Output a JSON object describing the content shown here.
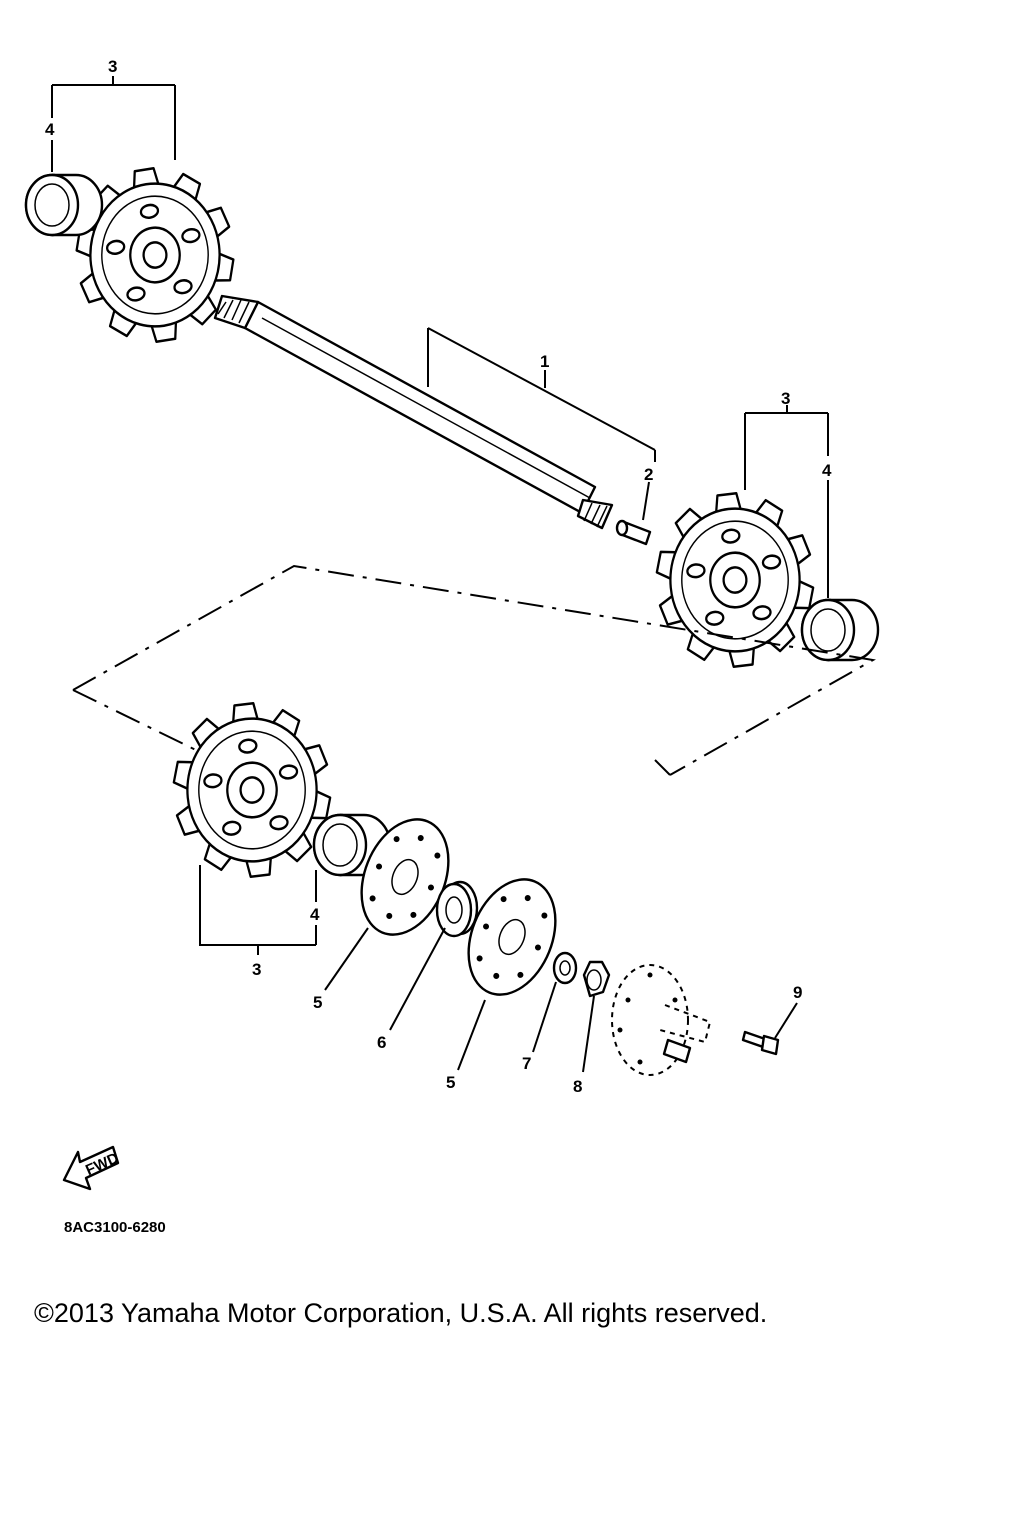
{
  "diagram": {
    "callouts": {
      "n1": "1",
      "n2": "2",
      "n3_top_left": "3",
      "n4_top_left": "4",
      "n3_right": "3",
      "n4_right": "4",
      "n3_bottom": "3",
      "n4_bottom": "4",
      "n5_a": "5",
      "n6": "6",
      "n5_b": "5",
      "n7": "7",
      "n8": "8",
      "n9": "9"
    },
    "fwd_label": "FWD",
    "drawing_code": "8AC3100-6280",
    "copyright": "©2013 Yamaha Motor Corporation, U.S.A. All rights reserved."
  }
}
